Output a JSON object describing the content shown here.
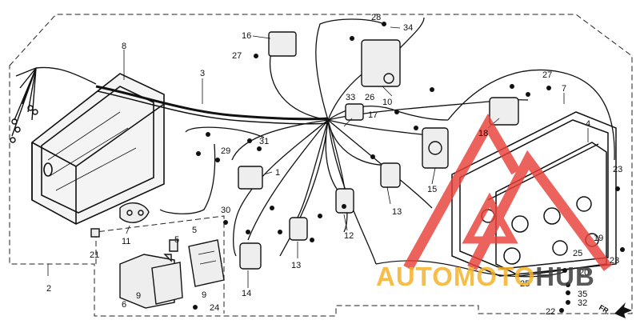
{
  "diagram": {
    "part_labels": {
      "p1": "1",
      "p2": "2",
      "p3": "3",
      "p4": "4",
      "p5a": "5",
      "p5b": "5",
      "p6": "6",
      "p7": "7",
      "p8": "8",
      "p9a": "9",
      "p9b": "9",
      "p10": "10",
      "p11": "11",
      "p12": "12",
      "p13a": "13",
      "p13b": "13",
      "p14": "14",
      "p15": "15",
      "p16": "16",
      "p17": "17",
      "p18": "18",
      "p19": "19",
      "p20": "20",
      "p21": "21",
      "p22": "22",
      "p23a": "23",
      "p23b": "23",
      "p24": "24",
      "p25a": "25",
      "p25b": "25",
      "p26": "26",
      "p27a": "27",
      "p27b": "27",
      "p28": "28",
      "p29": "29",
      "p30": "30",
      "p31": "31",
      "p32": "32",
      "p33": "33",
      "p34": "34",
      "p35": "35"
    },
    "direction_label": "FR."
  },
  "watermark": {
    "part1": "AUTOMOTO",
    "part2": "HUB",
    "color_primary": "#e8403a",
    "color_accent": "#f5b228"
  }
}
